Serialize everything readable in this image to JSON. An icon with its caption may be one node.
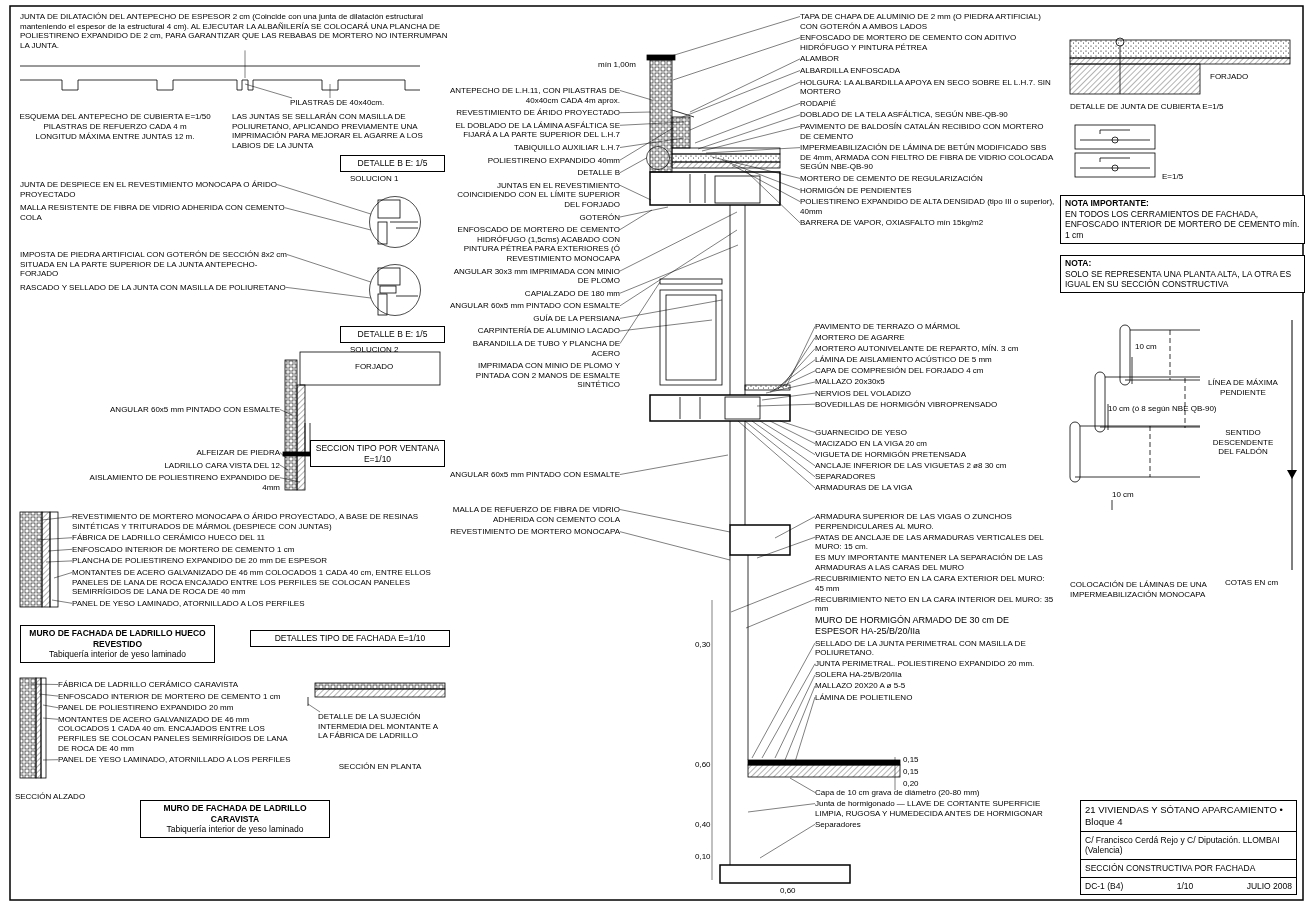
{
  "diagram": {
    "nodes": [
      {
        "text": [
          "JUNTA DE DILATACIÓN DEL ANTEPECHO DE ESPESOR 2 cm (Coincide con una junta de dilatación estructural manteniendo el espesor de la estructural 4 cm). AL EJECUTAR LA ALBAÑILERÍA SE COLOCARÁ UNA PLANCHA DE POLIESTIRENO EXPANDIDO DE 2 cm, PARA GARANTIZAR QUE LAS REBABAS DE MORTERO NO INTERRUMPAN LA JUNTA."
        ]
      },
      {
        "text": [
          "PILASTRAS DE 40x40cm."
        ]
      },
      {
        "text": [
          "ANTEPECHO DE L.H.11, CON PILASTRAS DE 40x40cm CADA 4m aprox."
        ]
      },
      {
        "text": [
          "REVESTIMIENTO DE ÁRIDO PROYECTADO"
        ]
      },
      {
        "text": [
          "EL DOBLADO DE LA LÁMINA ASFÁLTICA SE FIJARÁ A LA PARTE SUPERIOR DEL L.H.7"
        ]
      },
      {
        "text": [
          "TABIQUILLO AUXILIAR L.H.7"
        ]
      },
      {
        "text": [
          "POLIESTIRENO EXPANDIDO 40mm"
        ]
      },
      {
        "text": [
          "DETALLE B"
        ]
      },
      {
        "text": [
          "JUNTAS EN EL REVESTIMIENTO COINCIDIENDO CON EL LÍMITE SUPERIOR DEL FORJADO"
        ]
      },
      {
        "text": [
          "GOTERÓN"
        ]
      },
      {
        "text": [
          "ENFOSCADO DE MORTERO DE CEMENTO HIDRÓFUGO (1,5cms) ACABADO CON PINTURA PÉTREA PARA EXTERIORES (Ó REVESTIMIENTO MONOCAPA"
        ]
      },
      {
        "text": [
          "ANGULAR 30x3 mm IMPRIMADA CON MINIO DE PLOMO"
        ]
      },
      {
        "text": [
          "CAPIALZADO DE 180 mm"
        ]
      },
      {
        "text": [
          "ANGULAR 60x5 mm PINTADO CON ESMALTE"
        ]
      },
      {
        "text": [
          "GUÍA DE LA PERSIANA"
        ]
      },
      {
        "text": [
          "CARPINTERÍA DE ALUMINIO LACADO"
        ]
      },
      {
        "text": [
          "BARANDILLA DE TUBO Y PLANCHA DE ACERO"
        ]
      },
      {
        "text": [
          "TAPA DE CHAPA DE ALUMINIO DE 2 mm (O PIEDRA ARTIFICIAL) CON GOTERÓN A AMBOS LADOS"
        ]
      },
      {
        "text": [
          "ENFOSCADO DE MORTERO DE CEMENTO CON ADITIVO HIDRÓFUGO Y PINTURA PÉTREA"
        ]
      },
      {
        "text": [
          "ALAMBOR"
        ]
      },
      {
        "text": [
          "ALBARDILLA ENFOSCADA"
        ]
      },
      {
        "text": [
          "HOLGURA: LA ALBARDILLA APOYA EN SECO SOBRE EL L.H.7. SIN MORTERO"
        ]
      },
      {
        "text": [
          "RODAPIÉ"
        ]
      },
      {
        "text": [
          "DOBLADO DE LA TELA ASFÁLTICA, SEGÚN NBE-QB-90"
        ]
      },
      {
        "text": [
          "PAVIMENTO DE BALDOSÍN CATALÁN RECIBIDO CON MORTERO DE CEMENTO"
        ]
      },
      {
        "text": [
          "IMPERMEABILIZACIÓN DE LÁMINA DE BETÚN MODIFICADO SBS DE 4mm, ARMADA CON FIELTRO DE FIBRA DE VIDRIO COLOCADA SEGÚN NBE-QB-90"
        ]
      },
      {
        "text": [
          "MORTERO DE CEMENTO DE REGULARIZACIÓN"
        ]
      },
      {
        "text": [
          "HORMIGÓN DE PENDIENTES"
        ]
      },
      {
        "text": [
          "POLIESTIRENO EXPANDIDO DE ALTA DENSIDAD (tipo III o superior), 40mm"
        ]
      },
      {
        "text": [
          "BARRERA DE VAPOR, OXIASFALTO mín 15kg/m2"
        ]
      },
      {
        "text": [
          "NOTA IMPORTANTE:",
          "EN TODOS LOS CERRAMIENTOS DE FACHADA, ENFOSCADO INTERIOR DE MORTERO DE CEMENTO mín. 1 cm"
        ]
      },
      {
        "text": [
          "NOTA:",
          "SOLO SE REPRESENTA UNA PLANTA ALTA, LA OTRA ES IGUAL EN SU SECCIÓN CONSTRUCTIVA"
        ]
      },
      {
        "text": [
          "PAVIMENTO DE TERRAZO O MÁRMOL"
        ]
      },
      {
        "text": [
          "MORTERO DE AGARRE"
        ]
      },
      {
        "text": [
          "MORTERO AUTONIVELANTE DE REPARTO, MÍN. 3 cm"
        ]
      },
      {
        "text": [
          "LÁMINA DE AISLAMIENTO ACÚSTICO DE 5 mm"
        ]
      },
      {
        "text": [
          "CAPA DE COMPRESIÓN DEL FORJADO 4 cm"
        ]
      },
      {
        "text": [
          "MALLAZO 20x30x5"
        ]
      },
      {
        "text": [
          "NERVIOS DEL VOLADIZO"
        ]
      },
      {
        "text": [
          "BOVEDILLAS DE HORMIGÓN VIBROPRENSADO"
        ]
      },
      {
        "text": [
          "GUARNECIDO DE YESO"
        ]
      },
      {
        "text": [
          "MACIZADO EN LA VIGA 20 cm"
        ]
      },
      {
        "text": [
          "VIGUETA DE HORMIGÓN PRETENSADA"
        ]
      },
      {
        "text": [
          "ANCLAJE INFERIOR DE LAS VIGUETAS 2 ø8 30 cm"
        ]
      },
      {
        "text": [
          "SEPARADORES"
        ]
      },
      {
        "text": [
          "ARMADURAS DE LA VIGA"
        ]
      },
      {
        "text": [
          "ANGULAR 60x5 mm PINTADO CON ESMALTE"
        ]
      },
      {
        "text": [
          "DETALLE B E: 1/5"
        ],
        "beside": [
          "SOLUCION 1"
        ]
      },
      {
        "text": [
          "JUNTA DE DESPIECE EN EL REVESTIMIENTO MONOCAPA O ÁRIDO PROYECTADO"
        ]
      },
      {
        "text": [
          "MALLA RESISTENTE DE FIBRA DE VIDRIO ADHERIDA CON CEMENTO COLA"
        ]
      },
      {
        "text": [
          "IMPOSTA DE PIEDRA ARTIFICIAL CON GOTERÓN DE SECCIÓN 8x2 cm SITUADA EN LA PARTE SUPERIOR DE LA JUNTA ANTEPECHO-FORJADO"
        ]
      },
      {
        "text": [
          "RASCADO Y SELLADO DE LA JUNTA CON MASILLA DE POLIURETANO"
        ]
      },
      {
        "text": [
          "DETALLE B E: 1/5"
        ],
        "beside": [
          "SOLUCION 2"
        ]
      },
      {
        "text": [
          "ANGULAR 60x5 mm PINTADO CON ESMALTE"
        ]
      },
      {
        "text": [
          "SECCION TIPO POR VENTANA E=1/10"
        ]
      },
      {
        "text": [
          "ALFEIZAR DE PIEDRA"
        ]
      },
      {
        "text": [
          "LADRILLO CARA VISTA DEL 12"
        ]
      },
      {
        "text": [
          "AISLAMIENTO DE POLIESTIRENO EXPANDIDO DE 4mm"
        ]
      },
      {
        "text": [
          "REVESTIMIENTO DE MORTERO MONOCAPA O ÁRIDO PROYECTADO, A BASE DE RESINAS SINTÉTICAS Y TRITURADOS DE MÁRMOL (DESPIECE CON JUNTAS)"
        ]
      },
      {
        "text": [
          "FÁBRICA DE LADRILLO CERÁMICO HUECO DEL 11"
        ]
      },
      {
        "text": [
          "ENFOSCADO INTERIOR DE MORTERO DE CEMENTO 1 cm"
        ]
      },
      {
        "text": [
          "PLANCHA DE POLIESTIRENO EXPANDIDO DE 20 mm DE ESPESOR"
        ]
      },
      {
        "text": [
          "MONTANTES DE ACERO GALVANIZADO DE 46 mm COLOCADOS 1 CADA 40 cm, ENTRE ELLOS PANELES DE LANA DE ROCA ENCAJADO ENTRE LOS PERFILES SE COLOCAN PANELES SEMIRRÍGIDOS DE LANA DE ROCA DE 40 mm"
        ]
      },
      {
        "text": [
          "PANEL DE YESO LAMINADO, ATORNILLADO A LOS PERFILES"
        ]
      },
      {
        "text": [
          "MURO DE FACHADA DE LADRILLO HUECO REVESTIDO",
          "Tabiquería interior de yeso laminado"
        ]
      },
      {
        "text": [
          "DETALLES TIPO DE FACHADA E=1/10"
        ]
      },
      {
        "text": [
          "FÁBRICA DE LADRILLO CERÁMICO CARAVISTA"
        ]
      },
      {
        "text": [
          "ENFOSCADO INTERIOR DE MORTERO DE CEMENTO 1 cm"
        ]
      },
      {
        "text": [
          "PANEL DE POLIESTIRENO EXPANDIDO 20 mm"
        ]
      },
      {
        "text": [
          "MONTANTES DE ACERO GALVANIZADO DE 46 mm COLOCADOS 1 CADA 40 cm. ENCAJADOS ENTRE LOS PERFILES SE COLOCAN PANELES SEMIRRÍGIDOS DE LANA DE ROCA DE 40 mm"
        ]
      },
      {
        "text": [
          "PANEL DE YESO LAMINADO, ATORNILLADO A LOS PERFILES"
        ]
      },
      {
        "text": [
          "DETALLE DE LA SUJECIÓN INTERMEDIA DEL MONTANTE A LA FÁBRICA DE LADRILLO"
        ]
      },
      {
        "text": [
          "MURO DE FACHADA DE LADRILLO CARAVISTA",
          "Tabiquería interior de yeso laminado"
        ]
      },
      {
        "text": [
          "MALLA DE REFUERZO DE FIBRA DE VIDRIO ADHERIDA CON CEMENTO COLA"
        ]
      },
      {
        "text": [
          "REVESTIMIENTO DE MORTERO MONOCAPA"
        ]
      },
      {
        "text": [
          "ARMADURA SUPERIOR DE LAS VIGAS O ZUNCHOS PERPENDICULARES AL MURO."
        ]
      },
      {
        "text": [
          "PATAS DE ANCLAJE DE LAS ARMADURAS VERTICALES DEL MURO: 15 cm."
        ]
      },
      {
        "text": [
          "RECUBRIMIENTO NETO EN LA CARA EXTERIOR DEL MURO: 45 mm"
        ]
      },
      {
        "text": [
          "RECUBRIMIENTO NETO EN LA CARA INTERIOR DEL MURO: 35 mm"
        ]
      },
      {
        "text": [
          "SELLADO DE LA JUNTA PERIMETRAL CON MASILLA DE POLIURETANO."
        ]
      },
      {
        "text": [
          "JUNTA PERIMETRAL. POLIESTIRENO EXPANDIDO 20 mm."
        ]
      },
      {
        "text": [
          "SOLERA HA-25/B/20/IIa"
        ]
      },
      {
        "text": [
          "MALLAZO 20X20 A ø 5-5"
        ]
      },
      {
        "text": [
          "LÁMINA DE POLIETILENO"
        ]
      },
      {
        "text": [
          "Capa de 10 cm grava de diámetro (20-80 mm)"
        ]
      },
      {
        "text": [
          "Junta de hormigonado — LLAVE DE CORTANTE SUPERFICIE LIMPIA, RUGOSA Y HUMEDECIDA ANTES DE HORMIGONAR"
        ]
      },
      {
        "text": [
          "Separadores"
        ]
      },
      {
        "text": [
          "21 VIVIENDAS Y SÓTANO APARCAMIENTO • Bloque 4",
          "C/ Francisco Cerdá Rejo y C/ Diputación. LLOMBAI (Valencia)",
          "SECCIÓN CONSTRUCTIVA POR FACHADA",
          "DC-1 (B4)",
          "1/10",
          "JULIO 2008"
        ]
      },
      {
        "text": [],
        "shape": "circle"
      },
      {
        "text": [],
        "shape": "circle"
      },
      {
        "text": [],
        "shape": "circle"
      }
    ],
    "edges": [
      {
        "from": 0,
        "to": null,
        "arrow": "none"
      },
      {
        "from": 1,
        "to": null,
        "arrow": "none"
      },
      {
        "from": 1,
        "to": null,
        "arrow": "none"
      },
      {
        "from": 2,
        "to": null,
        "arrow": "none"
      },
      {
        "from": 3,
        "to": null,
        "arrow": "none"
      },
      {
        "from": 4,
        "to": null,
        "arrow": "none"
      },
      {
        "from": 5,
        "to": null,
        "arrow": "none"
      },
      {
        "from": 6,
        "to": null,
        "arrow": "none"
      },
      {
        "from": 7,
        "to": 88,
        "arrow": "none"
      },
      {
        "from": 8,
        "to": null,
        "arrow": "none"
      },
      {
        "from": 9,
        "to": null,
        "arrow": "none"
      },
      {
        "from": 10,
        "to": null,
        "arrow": "none"
      },
      {
        "from": 11,
        "to": null,
        "arrow": "none"
      },
      {
        "from": 12,
        "to": null,
        "arrow": "none"
      },
      {
        "from": 13,
        "to": null,
        "arrow": "none"
      },
      {
        "from": 14,
        "to": null,
        "arrow": "none"
      },
      {
        "from": 15,
        "to": null,
        "arrow": "none"
      },
      {
        "from": 16,
        "to": null,
        "arrow": "none"
      },
      {
        "from": 17,
        "to": null,
        "arrow": "none"
      },
      {
        "from": 18,
        "to": null,
        "arrow": "none"
      },
      {
        "from": 19,
        "to": null,
        "arrow": "none"
      },
      {
        "from": 20,
        "to": null,
        "arrow": "none"
      },
      {
        "from": 21,
        "to": null,
        "arrow": "none"
      },
      {
        "from": 22,
        "to": null,
        "arrow": "none"
      },
      {
        "from": 23,
        "to": null,
        "arrow": "none"
      },
      {
        "from": 24,
        "to": null,
        "arrow": "none"
      },
      {
        "from": 25,
        "to": null,
        "arrow": "none"
      },
      {
        "from": 26,
        "to": null,
        "arrow": "none"
      },
      {
        "from": 27,
        "to": null,
        "arrow": "none"
      },
      {
        "from": 28,
        "to": null,
        "arrow": "none"
      },
      {
        "from": 29,
        "to": null,
        "arrow": "none"
      },
      {
        "from": 32,
        "to": null,
        "arrow": "none"
      },
      {
        "from": 33,
        "to": null,
        "arrow": "none"
      },
      {
        "from": 34,
        "to": null,
        "arrow": "none"
      },
      {
        "from": 35,
        "to": null,
        "arrow": "none"
      },
      {
        "from": 36,
        "to": null,
        "arrow": "none"
      },
      {
        "from": 37,
        "to": null,
        "arrow": "none"
      },
      {
        "from": 38,
        "to": null,
        "arrow": "none"
      },
      {
        "from": 39,
        "to": null,
        "arrow": "none"
      },
      {
        "from": 40,
        "to": null,
        "arrow": "none"
      },
      {
        "from": 41,
        "to": null,
        "arrow": "none"
      },
      {
        "from": 42,
        "to": null,
        "arrow": "none"
      },
      {
        "from": 43,
        "to": null,
        "arrow": "none"
      },
      {
        "from": 44,
        "to": null,
        "arrow": "none"
      },
      {
        "from": 45,
        "to": null,
        "arrow": "none"
      },
      {
        "from": 46,
        "to": null,
        "arrow": "none"
      },
      {
        "from": 48,
        "to": 89,
        "arrow": "none"
      },
      {
        "from": 49,
        "to": 89,
        "arrow": "none"
      },
      {
        "from": 50,
        "to": 90,
        "arrow": "none"
      },
      {
        "from": 51,
        "to": 90,
        "arrow": "none"
      },
      {
        "from": 53,
        "to": null,
        "arrow": "none"
      },
      {
        "from": 55,
        "to": null,
        "arrow": "none"
      },
      {
        "from": 56,
        "to": null,
        "arrow": "none"
      },
      {
        "from": 57,
        "to": null,
        "arrow": "none"
      },
      {
        "from": 58,
        "to": null,
        "arrow": "none"
      },
      {
        "from": 59,
        "to": null,
        "arrow": "none"
      },
      {
        "from": 60,
        "to": null,
        "arrow": "none"
      },
      {
        "from": 61,
        "to": null,
        "arrow": "none"
      },
      {
        "from": 62,
        "to": null,
        "arrow": "none"
      },
      {
        "from": 63,
        "to": null,
        "arrow": "none"
      },
      {
        "from": 66,
        "to": null,
        "arrow": "none"
      },
      {
        "from": 67,
        "to": null,
        "arrow": "none"
      },
      {
        "from": 68,
        "to": null,
        "arrow": "none"
      },
      {
        "from": 69,
        "to": null,
        "arrow": "none"
      },
      {
        "from": 70,
        "to": null,
        "arrow": "none"
      },
      {
        "from": 71,
        "to": null,
        "arrow": "none"
      },
      {
        "from": 73,
        "to": null,
        "arrow": "none"
      },
      {
        "from": 74,
        "to": null,
        "arrow": "none"
      },
      {
        "from": 75,
        "to": null,
        "arrow": "none"
      },
      {
        "from": 76,
        "to": null,
        "arrow": "none"
      },
      {
        "from": 77,
        "to": null,
        "arrow": "none"
      },
      {
        "from": 78,
        "to": null,
        "arrow": "none"
      },
      {
        "from": 79,
        "to": null,
        "arrow": "none"
      },
      {
        "from": 80,
        "to": null,
        "arrow": "none"
      },
      {
        "from": 81,
        "to": null,
        "arrow": "none"
      },
      {
        "from": 82,
        "to": null,
        "arrow": "none"
      },
      {
        "from": 83,
        "to": null,
        "arrow": "none"
      },
      {
        "from": 84,
        "to": null,
        "arrow": "none"
      },
      {
        "from": 85,
        "to": null,
        "arrow": "none"
      },
      {
        "from": 86,
        "to": null,
        "arrow": "none"
      }
    ],
    "labels": [
      "ESQUEMA DEL ANTEPECHO DE CUBIERTA E=1/50",
      "PILASTRAS DE REFUERZO CADA 4 m",
      "LONGITUD MÁXIMA ENTRE JUNTAS 12 m.",
      "LAS JUNTAS SE SELLARÁN CON MASILLA DE POLIURETANO, APLICANDO PREVIAMENTE UNA IMPRIMACIÓN PARA MEJORAR EL AGARRE A LOS LABIOS DE LA JUNTA",
      "mín 1,00m",
      "FORJADO",
      "DETALLE DE JUNTA DE CUBIERTA E=1/5",
      "IMPRIMADA CON MINIO DE PLOMO Y PINTADA CON 2 MANOS DE ESMALTE SINTÉTICO",
      "E=1/5",
      "10 cm",
      "LÍNEA DE MÁXIMA PENDIENTE",
      "10 cm (ó 8 según NBE QB-90)",
      "SENTIDO DESCENDENTE DEL FALDÓN",
      "10 cm",
      "COTAS EN cm",
      "COLOCACIÓN DE LÁMINAS DE UNA IMPERMEABILIZACIÓN MONOCAPA",
      "FORJADO",
      "ES MUY IMPORTANTE MANTENER LA SEPARACIÓN DE LAS ARMADURAS A LAS CARAS DEL MURO",
      "MURO DE HORMIGÓN ARMADO DE 30 cm DE ESPESOR HA-25/B/20/IIa",
      "SECCIÓN ALZADO",
      "SECCIÓN EN PLANTA",
      "0,30",
      "0,60",
      "0,40",
      "0,10",
      "0,15",
      "0,15",
      "0,20",
      "0,60"
    ]
  }
}
